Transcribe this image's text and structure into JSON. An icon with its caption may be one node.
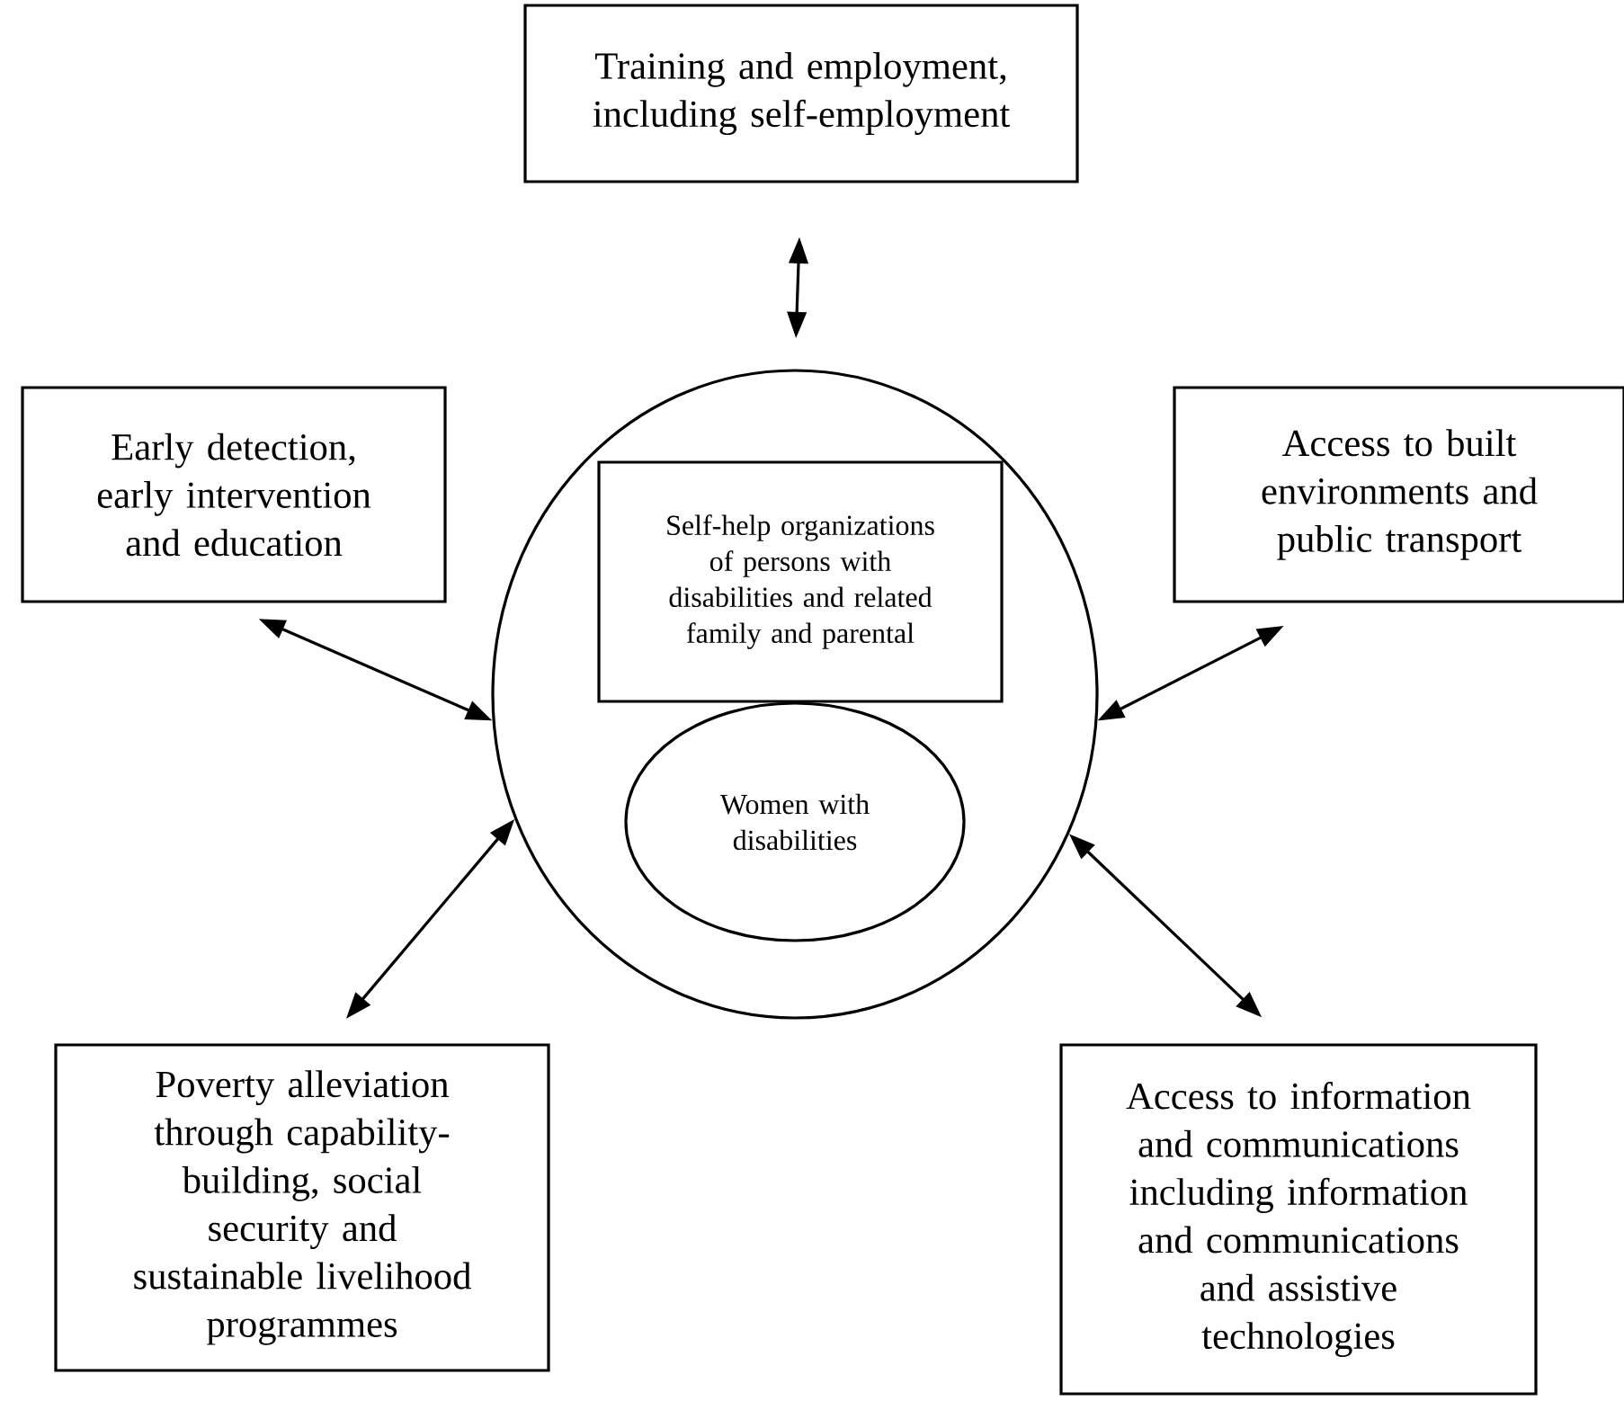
{
  "diagram": {
    "nodes": [
      {
        "text": [
          "Training and employment, including self-employment"
        ]
      },
      {
        "text": [
          "Early detection, early intervention and education"
        ]
      },
      {
        "text": [
          "Access to built environments and public transport"
        ]
      },
      {
        "text": [],
        "shape": "circle"
      },
      {
        "text": [
          "Self-help organizations of persons with disabilities and related family and parental"
        ],
        "in": 3
      },
      {
        "text": [
          "Women with disabilities"
        ],
        "in": 3
      },
      {
        "text": [
          "Poverty alleviation through capability-building, social security and sustainable livelihood programmes"
        ]
      },
      {
        "text": [
          "Access to information and communications including information and communications and assistive technologies"
        ]
      }
    ],
    "edges": [
      {
        "from": 0,
        "to": 3,
        "arrow": "both"
      },
      {
        "from": 1,
        "to": 3,
        "arrow": "both"
      },
      {
        "from": 2,
        "to": 3,
        "arrow": "both"
      },
      {
        "from": 6,
        "to": 3,
        "arrow": "both"
      },
      {
        "from": 7,
        "to": 3,
        "arrow": "both"
      }
    ]
  }
}
